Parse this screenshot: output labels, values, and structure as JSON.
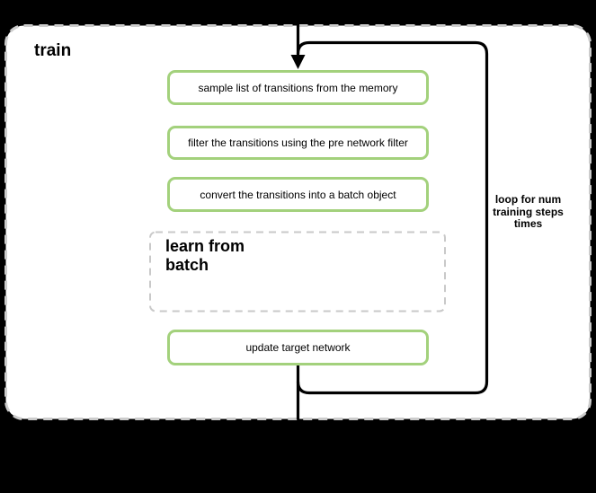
{
  "diagram": {
    "title": "train",
    "steps": [
      "sample list of transitions from the memory",
      "filter the transitions using the pre network filter",
      "convert the transitions into a batch object"
    ],
    "subprocess_label": "learn from batch",
    "final_step": "update target network",
    "loop_annotation": "loop for num training steps times",
    "colors": {
      "step_border": "#a3d17c",
      "dashed_border": "#cccccc",
      "flow_line": "#000000",
      "panel_background": "#ffffff",
      "canvas_background": "#000000"
    }
  }
}
